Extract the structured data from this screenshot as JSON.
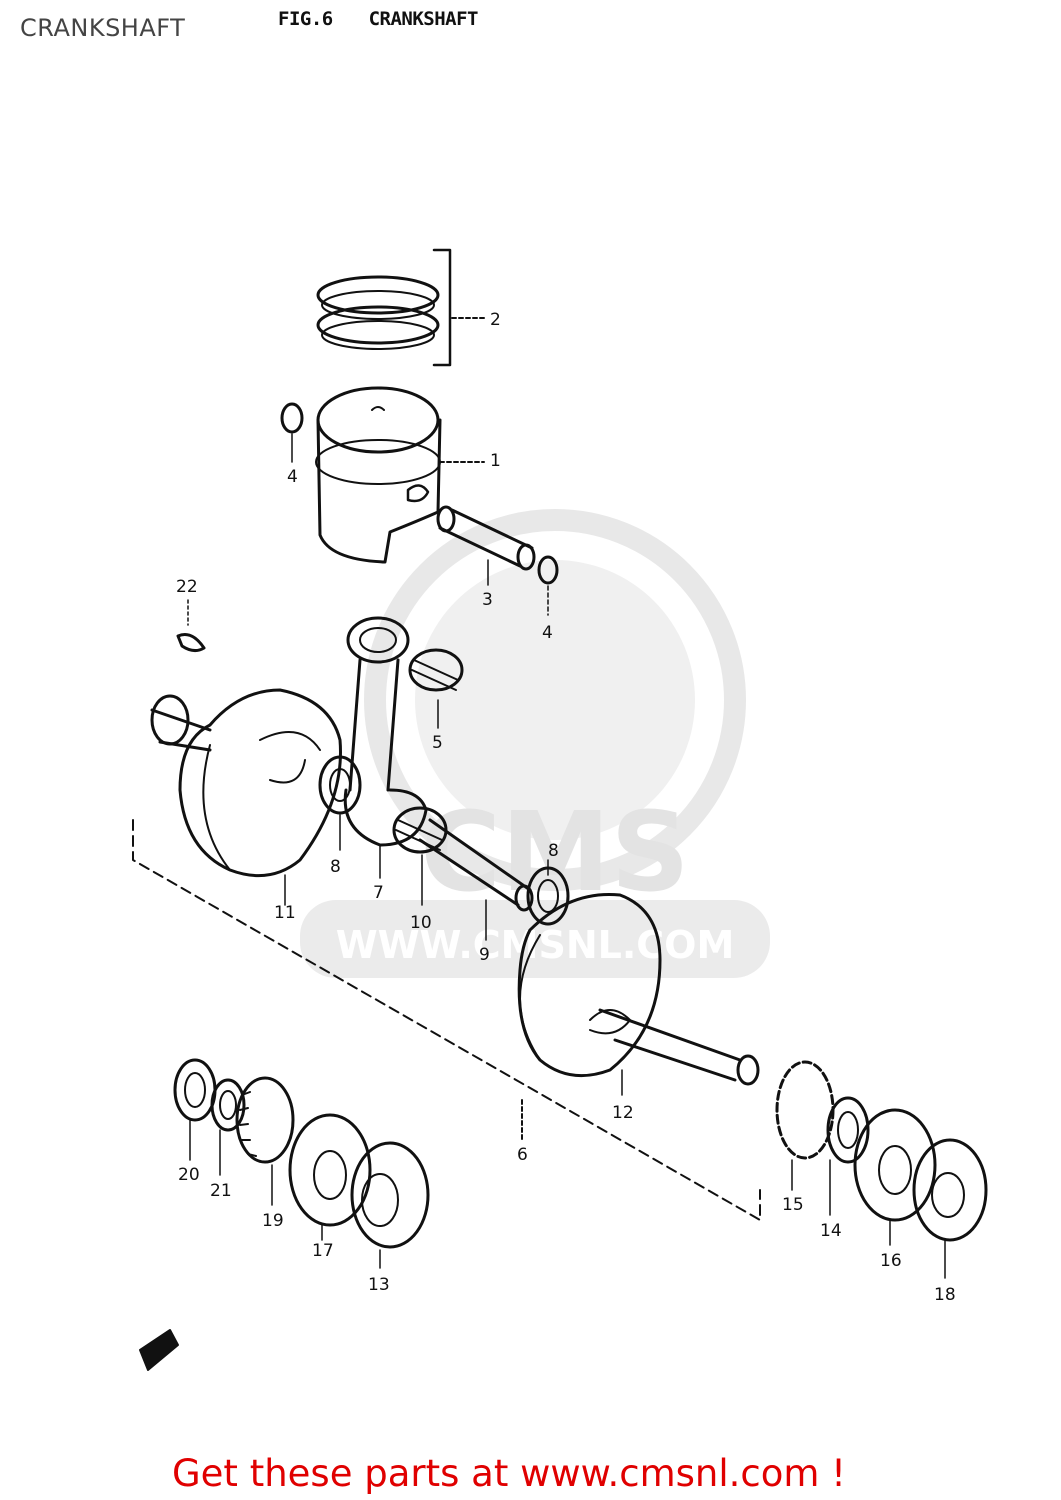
{
  "page": {
    "title": "CRANKSHAFT"
  },
  "figure": {
    "number": "FIG.6",
    "title": "CRANKSHAFT"
  },
  "watermark": {
    "brand": "CMS",
    "url": "WWW.CMSNL.COM"
  },
  "callouts": [
    "1",
    "2",
    "3",
    "4",
    "4",
    "5",
    "6",
    "7",
    "8",
    "8",
    "9",
    "10",
    "11",
    "12",
    "13",
    "14",
    "15",
    "16",
    "17",
    "18",
    "19",
    "20",
    "21",
    "22"
  ],
  "footer": {
    "link_text": "Get these parts at www.cmsnl.com !"
  },
  "colors": {
    "footer_link": "#e00000",
    "line_art": "#111111",
    "watermark": "#e6e6e6"
  }
}
